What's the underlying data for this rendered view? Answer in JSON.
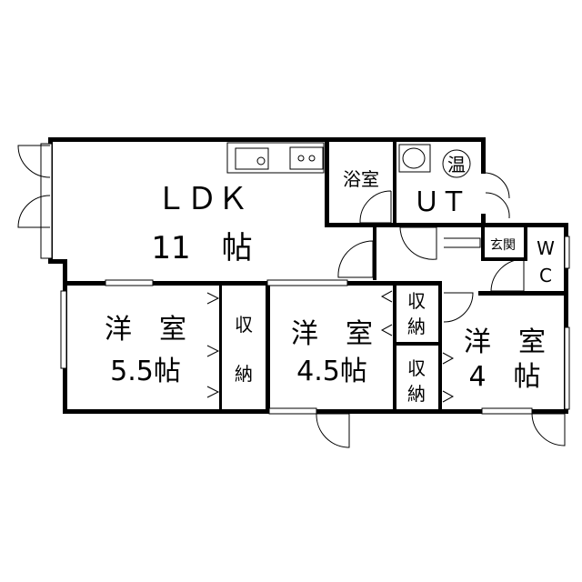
{
  "rooms": {
    "ldk": {
      "name": "ＬＤＫ",
      "size": "11　帖"
    },
    "bath": {
      "name": "浴室"
    },
    "utility": {
      "name": "ＵＴ",
      "heater": "温"
    },
    "entrance": {
      "name": "玄関"
    },
    "toilet": {
      "line1": "W",
      "line2": "C"
    },
    "western1": {
      "name": "洋　室",
      "size": "5.5帖"
    },
    "western2": {
      "name": "洋　室",
      "size": "4.5帖"
    },
    "western3": {
      "name": "洋　室",
      "size": "4　帖"
    },
    "storage1": {
      "line1": "収",
      "line2": "納"
    },
    "storage2": {
      "line1": "収",
      "line2": "納"
    },
    "storage3": {
      "line1": "収",
      "line2": "納"
    }
  }
}
